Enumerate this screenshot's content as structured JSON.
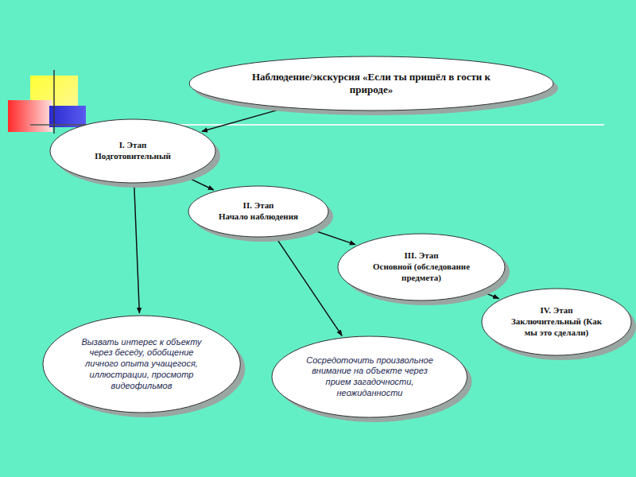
{
  "diagram": {
    "nodes": [
      {
        "text": [
          "Наблюдение/экскурсия «Если ты пришёл в гости к природе»"
        ]
      },
      {
        "text": [
          "I. Этап",
          "Подготовительный"
        ]
      },
      {
        "text": [
          "II. Этап",
          "Начало наблюдения"
        ]
      },
      {
        "text": [
          "III. Этап",
          "Основной (обследование предмета)"
        ]
      },
      {
        "text": [
          "IV. Этап",
          "Заключительный (Как мы это сделали)"
        ]
      },
      {
        "text": [
          "Вызвать интерес к объекту через беседу, обобщение личного опыта учащегося, иллюстрации, просмотр видеофильмов"
        ]
      },
      {
        "text": [
          "Сосредоточить произвольное внимание на объекте через прием загадочности, неожиданности"
        ]
      }
    ],
    "edges": [
      {
        "from": 0,
        "to": 1,
        "arrow": "to"
      },
      {
        "from": 1,
        "to": 2,
        "arrow": "to"
      },
      {
        "from": 2,
        "to": 3,
        "arrow": "to"
      },
      {
        "from": 3,
        "to": 4,
        "arrow": "to"
      },
      {
        "from": 1,
        "to": 5,
        "arrow": "to"
      },
      {
        "from": 2,
        "to": 6,
        "arrow": "to"
      }
    ]
  }
}
